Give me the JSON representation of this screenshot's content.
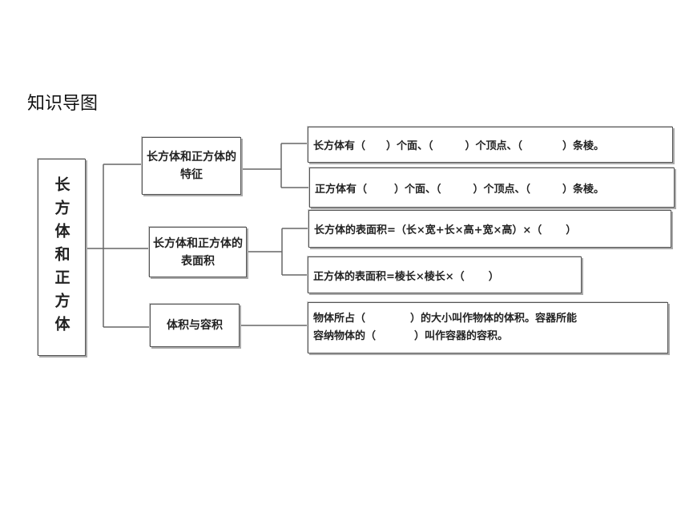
{
  "heading": "知识导图",
  "root": "长方体和正方体",
  "branches": [
    {
      "label": "长方体和正方体的特征"
    },
    {
      "label": "长方体和正方体的表面积"
    },
    {
      "label": "体积与容积"
    }
  ],
  "leaves": {
    "l1": {
      "a": "长方体有（",
      "b": "）个面、（",
      "c": "）个顶点、（",
      "d": "）条棱。"
    },
    "l2": {
      "a": "正方体有（",
      "b": "）个面、（",
      "c": "）个顶点、（",
      "d": "）条棱。"
    },
    "l3": {
      "a": "长方体的表面积=（长×宽+长×高+宽×高）×（",
      "b": "）"
    },
    "l4": {
      "a": "正方体的表面积=棱长×棱长×（",
      "b": "）"
    },
    "l5": {
      "line1a": "物体所占（",
      "line1b": "）的大小叫作物体的体积。容器所能",
      "line2a": "容纳物体的（",
      "line2b": "）叫作容器的容积。"
    }
  }
}
